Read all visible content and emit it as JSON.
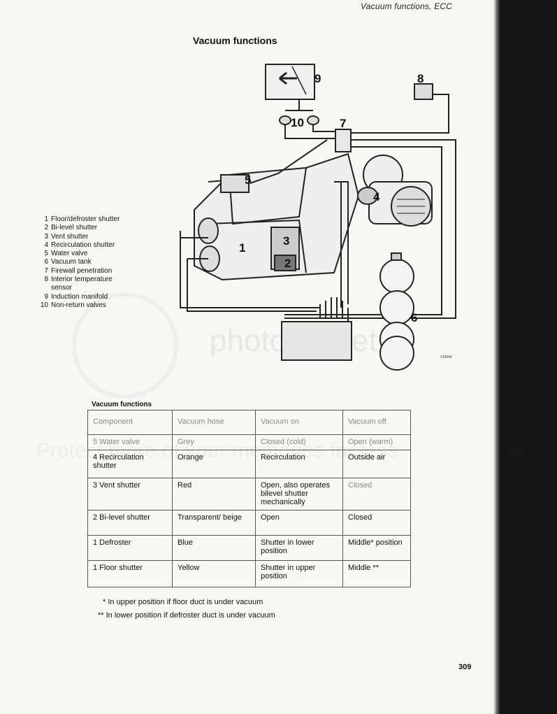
{
  "header": {
    "text": "Vacuum functions, ECC"
  },
  "title": "Vacuum functions",
  "legend": [
    {
      "num": "1",
      "label": "Floor/defroster shutter"
    },
    {
      "num": "2",
      "label": "Bi-level shutter"
    },
    {
      "num": "3",
      "label": "Vent shutter"
    },
    {
      "num": "4",
      "label": "Recirculation shutter"
    },
    {
      "num": "5",
      "label": "Water valve"
    },
    {
      "num": "6",
      "label": "Vacuum tank"
    },
    {
      "num": "7",
      "label": "Firewall penetration"
    },
    {
      "num": "8",
      "label": "Interior temperature sensor"
    },
    {
      "num": "9",
      "label": "Induction manifold"
    },
    {
      "num": "10",
      "label": "Non-return valves"
    }
  ],
  "diagram_labels": {
    "n1": "1",
    "n2": "2",
    "n3": "3",
    "n4": "4",
    "n5": "5",
    "n6": "6",
    "n7": "7",
    "n8": "8",
    "n9": "9",
    "n10": "10",
    "figure_code": "143694"
  },
  "table": {
    "title": "Vacuum functions",
    "headers": [
      "Component",
      "Vacuum hose",
      "Vacuum on",
      "Vacuum off"
    ],
    "rows": [
      [
        "5 Water valve",
        "Grey",
        "Closed (cold)",
        "Open (warm)"
      ],
      [
        "4 Recirculation shutter",
        "Orange",
        "Recirculation",
        "Outside air"
      ],
      [
        "3 Vent shutter",
        "Red",
        "Open, also operates bilevel shutter mechanically",
        "Closed"
      ],
      [
        "2 Bi-level shutter",
        "Transparent/ beige",
        "Open",
        "Closed"
      ],
      [
        "1 Defroster",
        "Blue",
        "Shutter in lower position",
        "Middle* position"
      ],
      [
        "1 Floor shutter",
        "Yellow",
        "Shutter in upper position",
        "Middle **"
      ]
    ]
  },
  "footnotes": {
    "f1": "* In upper position if floor duct is under vacuum",
    "f2": "** In lower position if defroster duct is under vacuum"
  },
  "page_number": "309",
  "watermark": {
    "text": "photobucket",
    "promo": "Protect more of your memories for less",
    "promo_end": "s!"
  }
}
